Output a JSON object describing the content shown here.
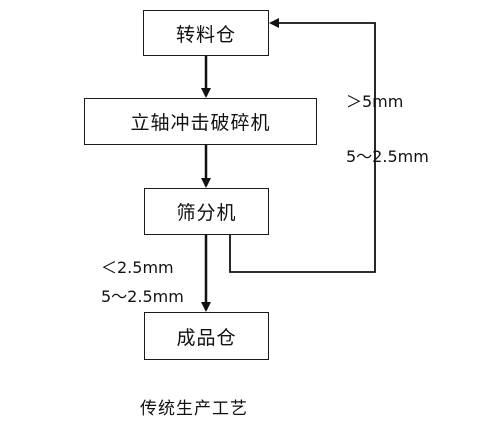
{
  "nodes": {
    "hopper": "转料仓",
    "crusher": "立轴冲击破碎机",
    "screen": "筛分机",
    "product_bin": "成品仓"
  },
  "labels": {
    "recycle_gt": "＞5mm",
    "recycle_range": "5～2.5mm",
    "pass_lt": "＜2.5mm",
    "pass_range": "5～2.5mm"
  },
  "caption": "传统生产工艺"
}
